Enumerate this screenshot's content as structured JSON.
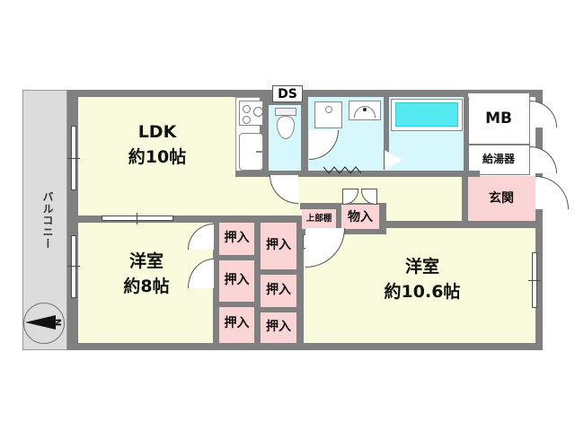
{
  "plan": {
    "type": "japanese-floor-plan",
    "rooms": [
      {
        "id": "ldk",
        "name": "LDK",
        "size": "約10帖",
        "label": "LDK\n約10帖"
      },
      {
        "id": "washitsu8",
        "name": "洋室",
        "size": "約8帖",
        "label": "洋室\n約8帖"
      },
      {
        "id": "washitsu10",
        "name": "洋室",
        "size": "約10.6帖",
        "label": "洋室\n約10.6帖"
      }
    ],
    "labels": {
      "ldk_name": "LDK",
      "ldk_size": "約10帖",
      "room8_name": "洋室",
      "room8_size": "約8帖",
      "room10_name": "洋室",
      "room10_size": "約10.6帖",
      "balcony": "バルコニー",
      "ds": "DS",
      "mb": "MB",
      "water_heater": "給湯器",
      "entrance": "玄関",
      "upper_shelf": "上部棚",
      "storage": "物入",
      "closet": "押入",
      "compass_north": "N"
    },
    "closets": [
      {
        "id": "closet-a1",
        "label": "押入"
      },
      {
        "id": "closet-a2",
        "label": "押入"
      },
      {
        "id": "closet-a3",
        "label": "押入"
      },
      {
        "id": "closet-b1",
        "label": "押入"
      },
      {
        "id": "closet-b2",
        "label": "押入"
      },
      {
        "id": "closet-b3",
        "label": "押入"
      }
    ],
    "fixtures": [
      {
        "id": "kitchen-stove",
        "name": "stove-icon"
      },
      {
        "id": "kitchen-sink",
        "name": "sink-icon"
      },
      {
        "id": "toilet",
        "name": "toilet-icon"
      },
      {
        "id": "washing-machine",
        "name": "washing-machine-icon"
      },
      {
        "id": "vanity",
        "name": "vanity-sink-icon"
      },
      {
        "id": "bathtub",
        "name": "bathtub-icon"
      }
    ],
    "colors": {
      "floor": "#FAFADC",
      "storage": "#FBD5D6",
      "water_room": "#D6F7FB",
      "bathtub": "#55EAF2",
      "balcony": "#DCDCDC",
      "wall": "#808080",
      "white": "#FFFFFF"
    }
  }
}
